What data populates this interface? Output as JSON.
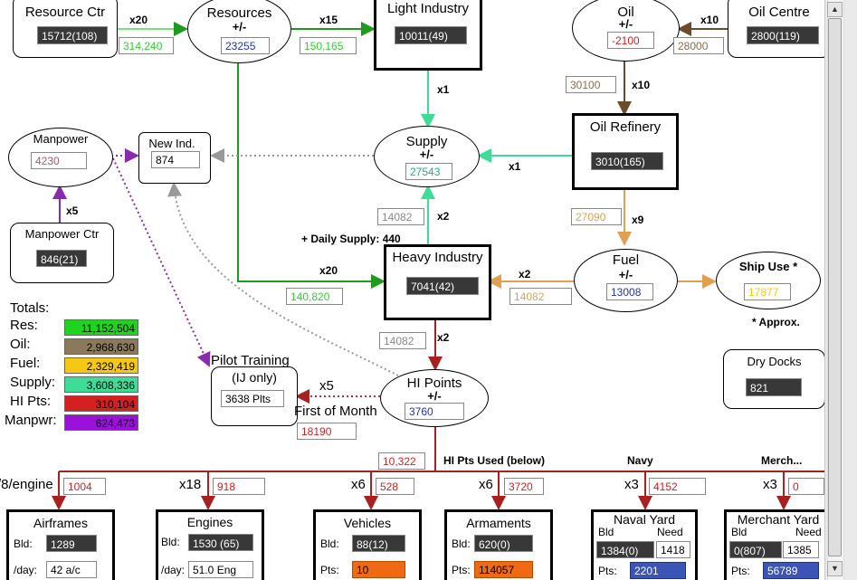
{
  "colors": {
    "resources": "#1fd41f",
    "oil": "#8b7a59",
    "fuel": "#f5c814",
    "supply": "#3fdc98",
    "hi": "#d42020",
    "manpower": "#9a11d9",
    "navy": "#3a55b5"
  },
  "nodes": {
    "resource_ctr": {
      "title": "Resource Ctr",
      "value": "15712(108)"
    },
    "resources": {
      "title": "Resources",
      "sub": "+/-",
      "value": "23255"
    },
    "light_industry": {
      "title": "Light Industry",
      "value": "10011(49)"
    },
    "oil": {
      "title": "Oil",
      "sub": "+/-",
      "value": "-2100"
    },
    "oil_centre": {
      "title": "Oil Centre",
      "value": "2800(119)"
    },
    "manpower": {
      "title": "Manpower",
      "value": "4230"
    },
    "new_ind": {
      "title": "New Ind.",
      "value": "874"
    },
    "supply": {
      "title": "Supply",
      "sub": "+/-",
      "value": "27543"
    },
    "oil_refinery": {
      "title": "Oil Refinery",
      "value": "3010(165)"
    },
    "manpower_ctr": {
      "title": "Manpower Ctr",
      "value": "846(21)"
    },
    "heavy_industry": {
      "title": "Heavy Industry",
      "value": "7041(42)"
    },
    "fuel": {
      "title": "Fuel",
      "sub": "+/-",
      "value": "13008"
    },
    "ship_use": {
      "title": "Ship Use *",
      "value": "17877"
    },
    "dry_docks": {
      "title": "Dry Docks",
      "value": "821"
    },
    "pilot_training": {
      "title": "Pilot Training",
      "box": "(IJ only)",
      "value": "3638 Plts"
    },
    "hi_points": {
      "title": "HI Points",
      "sub": "+/-",
      "value": "3760"
    }
  },
  "edges": {
    "rc_res_mult": "x20",
    "rc_res_val": "314,240",
    "res_li_mult": "x15",
    "res_li_val": "150,165",
    "oc_oil_mult": "x10",
    "oc_oil_val": "28000",
    "oil_ref_val": "30100",
    "oil_ref_mult": "x10",
    "li_sup_mult": "x1",
    "ref_sup_mult": "x1",
    "mc_mp_mult": "x5",
    "hi_sup_val": "14082",
    "hi_sup_mult": "x2",
    "ref_fuel_val": "27090",
    "ref_fuel_mult": "x9",
    "daily_supply": "+ Daily Supply: 440",
    "res_hi_mult": "x20",
    "res_hi_val": "140,820",
    "fuel_hi_mult": "x2",
    "fuel_hi_val": "14082",
    "hi_hip_val": "14082",
    "hi_hip_mult": "x2",
    "hip_pilot_mult": "x5",
    "first_of_month": "First of Month",
    "pilot_cost": "18190",
    "hip_used_val": "10,322",
    "hip_used_label": "HI Pts Used (below)",
    "navy_label": "Navy",
    "merch_label": "Merch...",
    "approx": "* Approx."
  },
  "totals": {
    "heading": "Totals:",
    "rows": [
      {
        "label": "Res:",
        "value": "11,152,504",
        "color": "#1fd41f"
      },
      {
        "label": "Oil:",
        "value": "2,968,630",
        "color": "#8b7a59"
      },
      {
        "label": "Fuel:",
        "value": "2,329,419",
        "color": "#f5c814"
      },
      {
        "label": "Supply:",
        "value": "3,608,336",
        "color": "#3fdc98"
      },
      {
        "label": "HI Pts:",
        "value": "310,104",
        "color": "#d42020"
      },
      {
        "label": "Manpwr:",
        "value": "624,473",
        "color": "#9a11d9"
      }
    ]
  },
  "production": {
    "airframes": {
      "mult": "/8/engine",
      "cost": "1004",
      "title": "Airframes",
      "bld_label": "Bld:",
      "bld": "1289",
      "day_label": "/day:",
      "day": "42 a/c"
    },
    "engines": {
      "mult": "x18",
      "cost": "918",
      "title": "Engines",
      "bld_label": "Bld:",
      "bld": "1530 (65)",
      "day_label": "/day:",
      "day": "51.0 Eng"
    },
    "vehicles": {
      "mult": "x6",
      "cost": "528",
      "title": "Vehicles",
      "bld_label": "Bld:",
      "bld": "88(12)",
      "pts_label": "Pts:",
      "pts": "10"
    },
    "armaments": {
      "mult": "x6",
      "cost": "3720",
      "title": "Armaments",
      "bld_label": "Bld:",
      "bld": "620(0)",
      "pts_label": "Pts:",
      "pts": "114057"
    },
    "naval_yard": {
      "mult": "x3",
      "cost": "4152",
      "title": "Naval Yard",
      "bld_label": "Bld",
      "need_label": "Need",
      "bld": "1384(0)",
      "need": "1418",
      "pts_label": "Pts:",
      "pts": "2201"
    },
    "merchant_yard": {
      "mult": "x3",
      "cost": "0",
      "title": "Merchant Yard",
      "bld_label": "Bld",
      "need_label": "Need",
      "bld": "0(807)",
      "need": "1385",
      "pts_label": "Pts:",
      "pts": "56789"
    }
  },
  "scrollbar": {
    "up": "▲",
    "down": "▼"
  }
}
